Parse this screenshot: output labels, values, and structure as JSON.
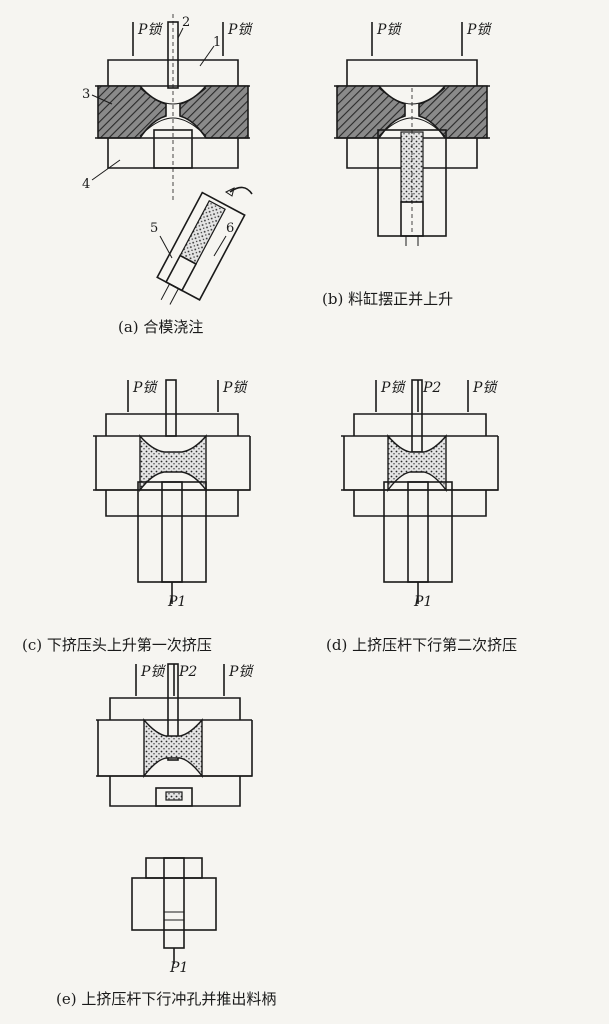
{
  "panels": {
    "a": {
      "caption": "(a) 合模浇注",
      "p_left": "P锁",
      "p_right": "P锁",
      "callouts": [
        "1",
        "2",
        "3",
        "4",
        "5",
        "6"
      ]
    },
    "b": {
      "caption": "(b) 料缸摆正并上升",
      "p_left": "P锁",
      "p_right": "P锁"
    },
    "c": {
      "caption": "(c) 下挤压头上升第一次挤压",
      "p_left": "P锁",
      "p_right": "P锁",
      "p_bottom": "P1"
    },
    "d": {
      "caption": "(d) 上挤压杆下行第二次挤压",
      "p_left": "P锁",
      "p_top": "P2",
      "p_right": "P锁",
      "p_bottom": "P1"
    },
    "e": {
      "caption": "(e) 上挤压杆下行冲孔并推出料柄",
      "p_left": "P锁",
      "p_top": "P2",
      "p_right": "P锁",
      "p_bottom": "P1"
    }
  },
  "colors": {
    "ink": "#1a1a1a",
    "paper": "#f6f5f1",
    "hatch_fill": "#7a7a7a",
    "metal_fill": "#d9d9d9"
  }
}
